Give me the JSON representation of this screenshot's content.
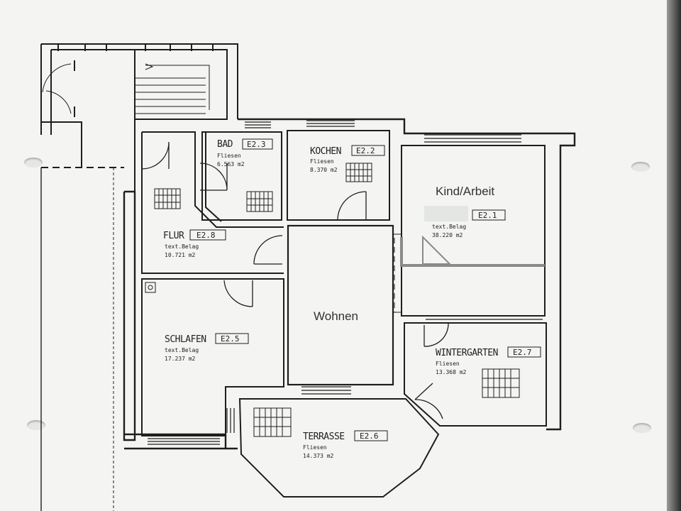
{
  "rooms": {
    "bad": {
      "name": "BAD",
      "code": "E2.3",
      "floor": "Fliesen",
      "area": "6.563 m2"
    },
    "kochen": {
      "name": "KOCHEN",
      "code": "E2.2",
      "floor": "Fliesen",
      "area": "8.370 m2"
    },
    "kind": {
      "title": "Kind/Arbeit",
      "code": "E2.1",
      "floor": "text.Belag",
      "area": "38.220 m2"
    },
    "flur": {
      "name": "FLUR",
      "code": "E2.8",
      "floor": "text.Belag",
      "area": "10.721 m2"
    },
    "wohnen": {
      "title": "Wohnen"
    },
    "schlafen": {
      "name": "SCHLAFEN",
      "code": "E2.5",
      "floor": "text.Belag",
      "area": "17.237 m2"
    },
    "wintergarten": {
      "name": "WINTERGARTEN",
      "code": "E2.7",
      "floor": "Fliesen",
      "area": "13.368 m2"
    },
    "terrasse": {
      "name": "TERRASSE",
      "code": "E2.6",
      "floor": "Fliesen",
      "area": "14.373 m2"
    }
  },
  "colors": {
    "paper": "#f4f4f2",
    "ink": "#1e1e1e",
    "edit_gray": "#8a8a8a"
  }
}
